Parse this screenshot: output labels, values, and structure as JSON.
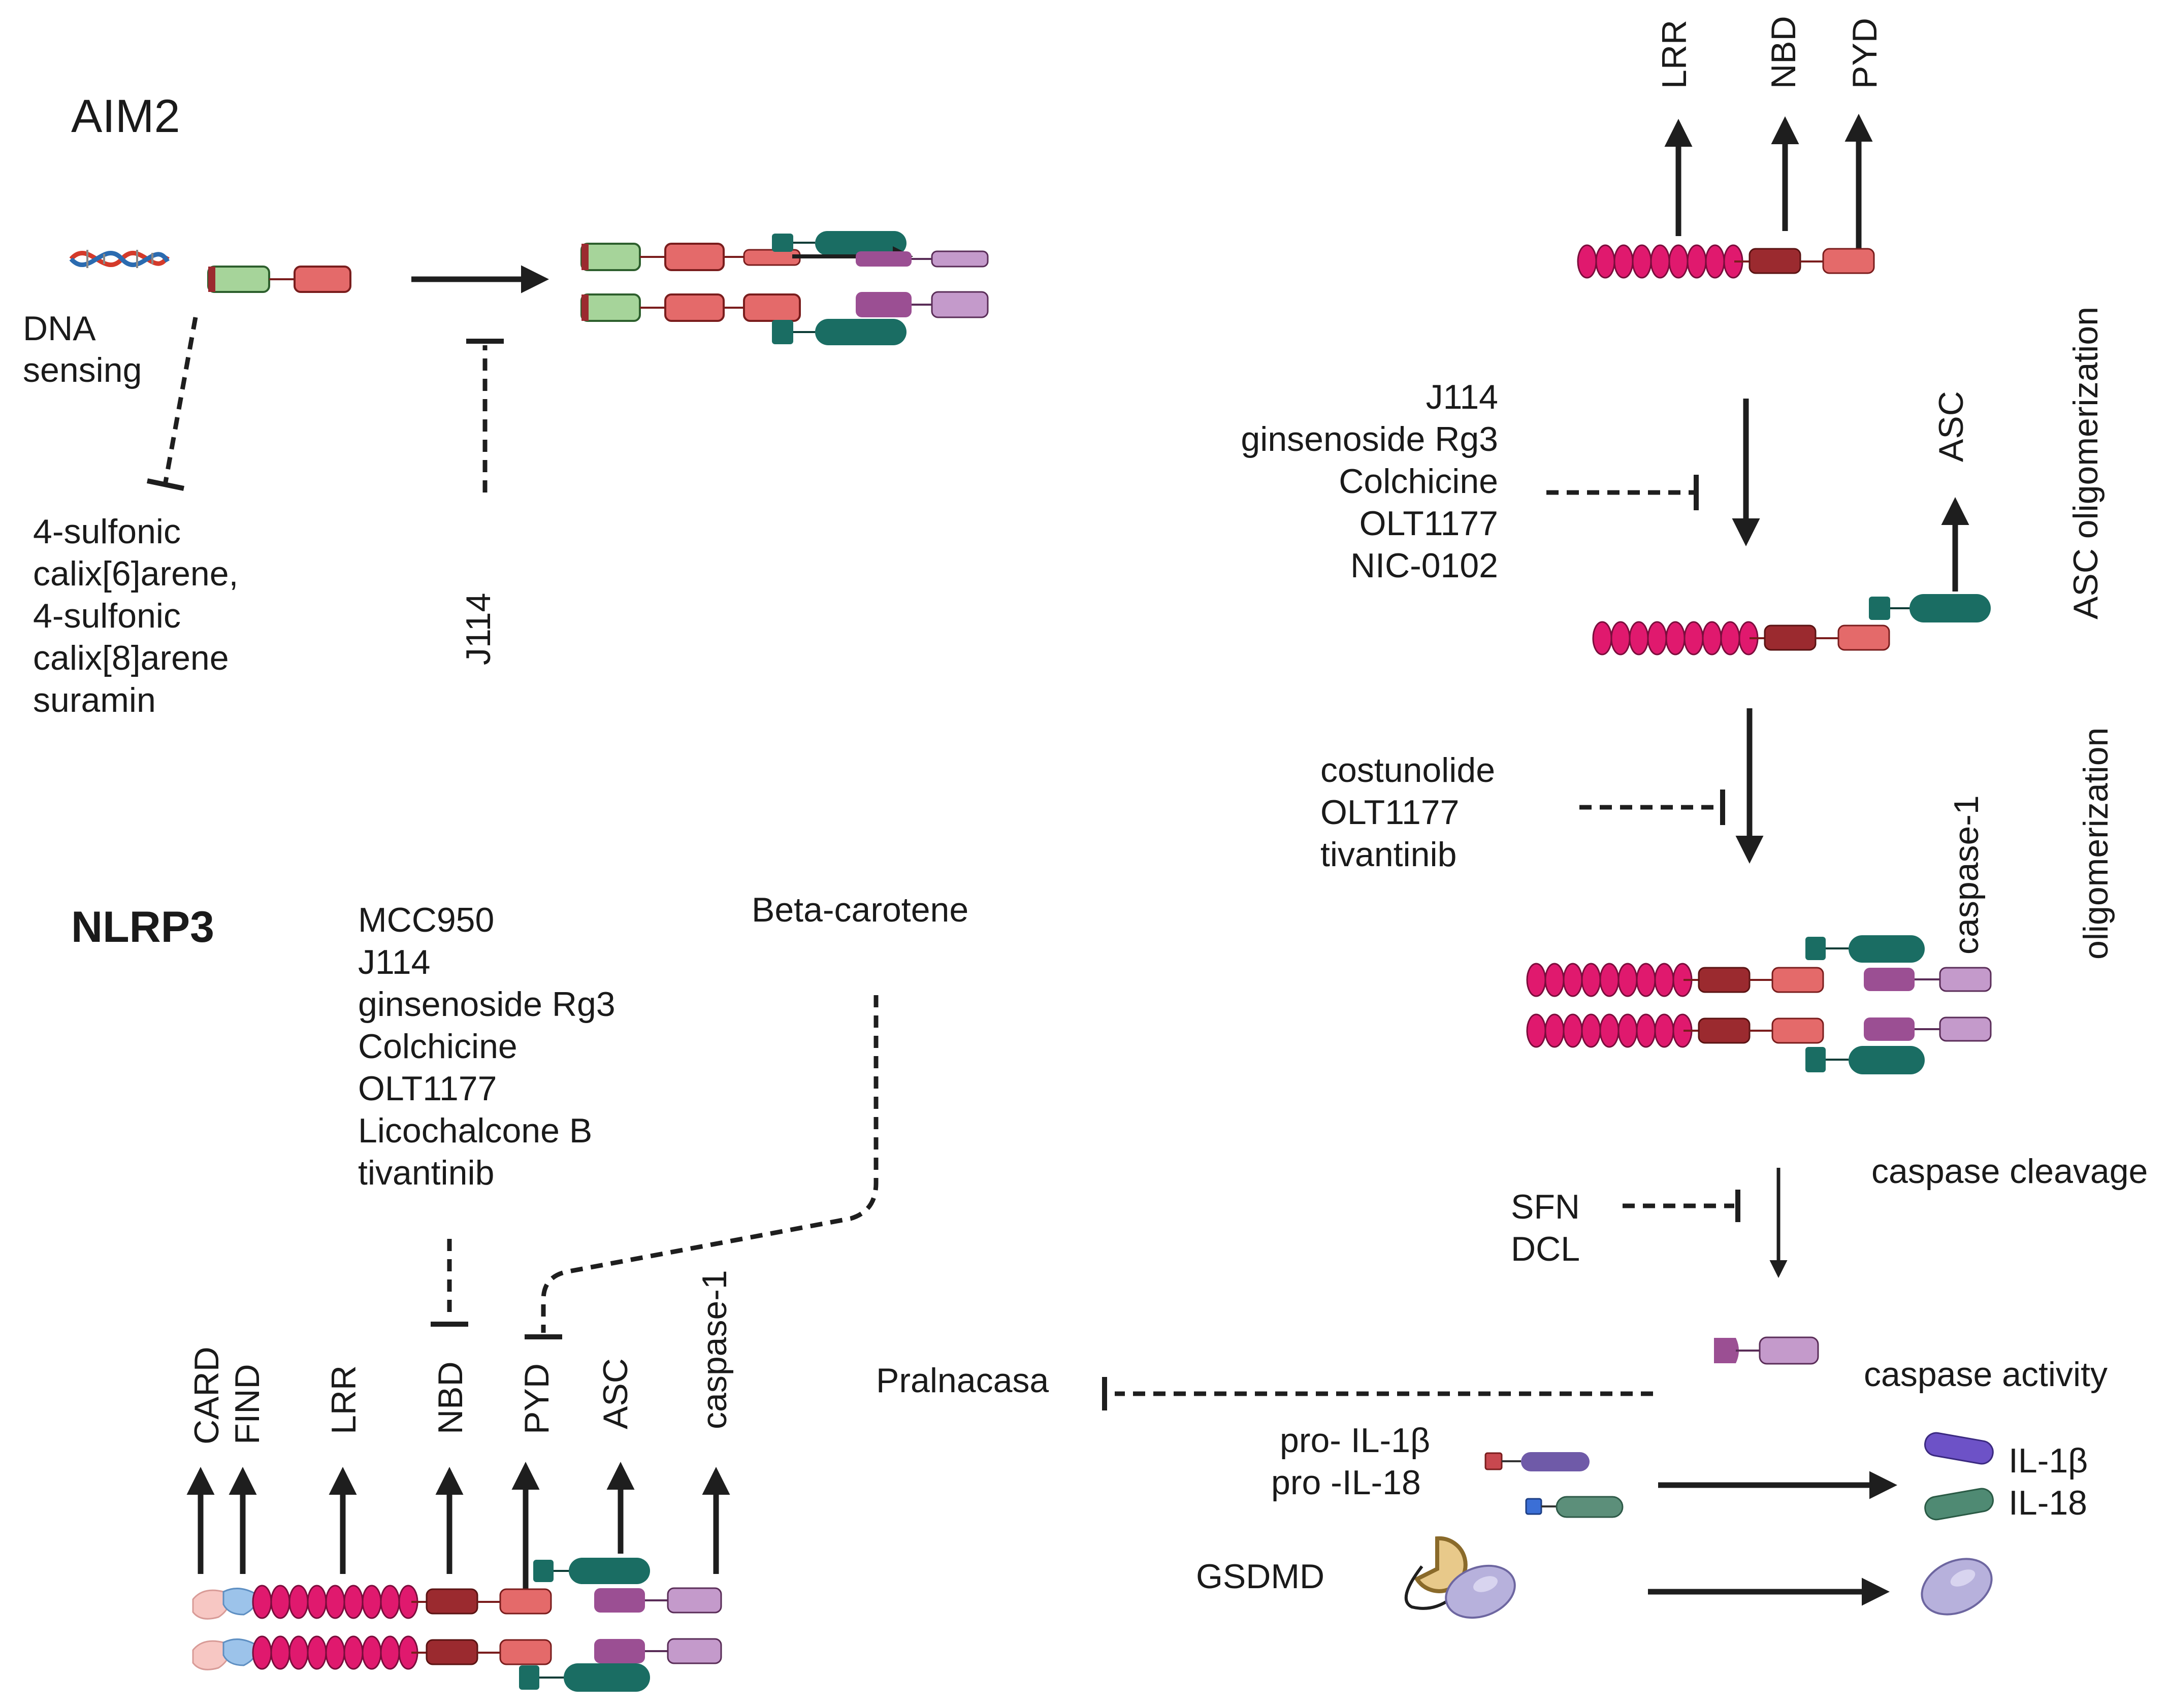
{
  "colors": {
    "lrr_pink": "#e0196e",
    "nbd_dark_red": "#9b2a2f",
    "pyd_salmon": "#e46a6a",
    "hin_green": "#a6d49a",
    "asc_teal": "#1a6d63",
    "casp_purple": "#9b4f93",
    "casp_light": "#c49acb",
    "il1b_violet": "#6d52c7",
    "il18_green": "#4f8a73",
    "gsdmd_lavender": "#b7b1dc",
    "find_blue": "#9cc3ea",
    "card_peach": "#f7c7c3"
  },
  "aim2": {
    "title": "AIM2",
    "dna_label_line1": "DNA",
    "dna_label_line2": "sensing",
    "inhibitors": [
      "4-sulfonic",
      "calix[6]arene,",
      " 4-sulfonic",
      "calix[8]arene",
      "suramin"
    ],
    "j114": "J114"
  },
  "nlrp3": {
    "title": "NLRP3",
    "inhibitors": [
      "MCC950",
      "J114",
      "ginsenoside Rg3",
      "Colchicine",
      "OLT1177",
      "Licochalcone B",
      "tivantinib"
    ],
    "beta_carotene": "Beta-carotene",
    "domains": [
      "CARD",
      "FIND",
      "LRR",
      "NBD",
      "PYD",
      "ASC",
      "caspase-1"
    ]
  },
  "right_panel": {
    "domains_top": [
      "LRR",
      "NBD",
      "PYD"
    ],
    "asc": "ASC",
    "asc_oligomerization": "ASC oligomerization",
    "oligomerization": "oligomerization",
    "caspase1": "caspase-1",
    "inhibitors_asc": [
      "J114",
      "ginsenoside Rg3",
      "Colchicine",
      "OLT1177",
      "NIC-0102"
    ],
    "inhibitors_olig": [
      "costunolide",
      "OLT1177",
      "tivantinib"
    ],
    "caspase_cleavage": "caspase cleavage",
    "inhibitors_cleavage": [
      "SFN",
      "DCL"
    ],
    "caspase_activity": "caspase activity",
    "pralnacasa": "Pralnacasa",
    "pro_il1b": "pro- IL-1β",
    "pro_il18": "pro -IL-18",
    "il1b": "IL-1β",
    "il18": "IL-18",
    "gsdmd": "GSDMD"
  }
}
